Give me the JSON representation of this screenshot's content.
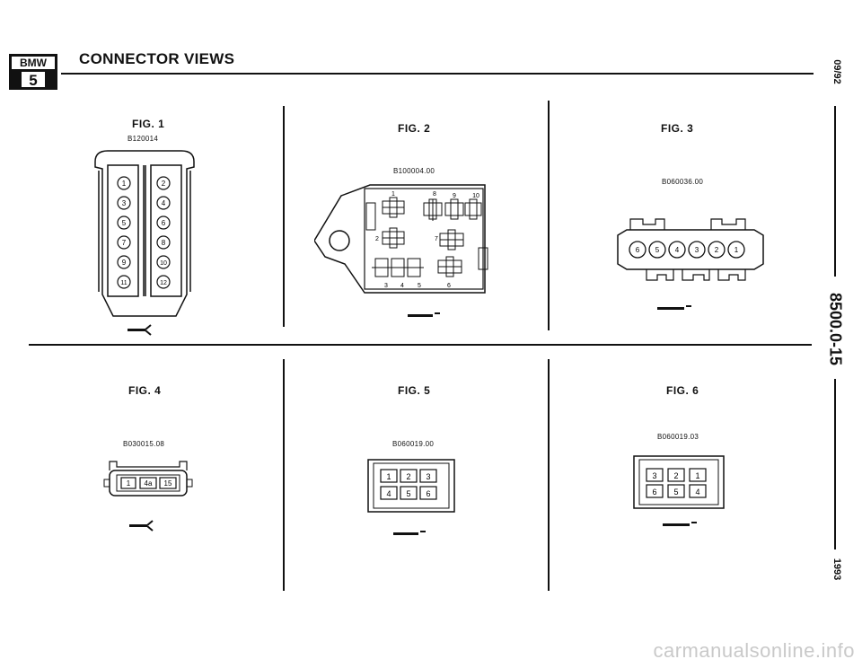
{
  "header": {
    "logo_top": "BMW",
    "logo_bottom": "5",
    "title": "CONNECTOR VIEWS"
  },
  "side": {
    "date": "09/92",
    "page": "8500.0-15",
    "year": "1993"
  },
  "figures": [
    {
      "label": "FIG. 1",
      "code": "B120014",
      "pins": [
        "1",
        "2",
        "3",
        "4",
        "5",
        "6",
        "7",
        "8",
        "9",
        "10",
        "11",
        "12"
      ]
    },
    {
      "label": "FIG. 2",
      "code": "B100004.00",
      "pins_top": [
        "1",
        "8",
        "9",
        "10"
      ],
      "pins_mid": [
        "2",
        "7"
      ],
      "pins_bottom": [
        "3",
        "4",
        "5",
        "6"
      ]
    },
    {
      "label": "FIG. 3",
      "code": "B060036.00",
      "pins": [
        "6",
        "5",
        "4",
        "3",
        "2",
        "1"
      ]
    },
    {
      "label": "FIG. 4",
      "code": "B030015.08",
      "pins": [
        "1",
        "4a",
        "15"
      ]
    },
    {
      "label": "FIG. 5",
      "code": "B060019.00",
      "pins": [
        "1",
        "2",
        "3",
        "4",
        "5",
        "6"
      ]
    },
    {
      "label": "FIG. 6",
      "code": "B060019.03",
      "pins": [
        "3",
        "2",
        "1",
        "6",
        "5",
        "4"
      ]
    }
  ],
  "watermark": "carmanualsonline.info"
}
